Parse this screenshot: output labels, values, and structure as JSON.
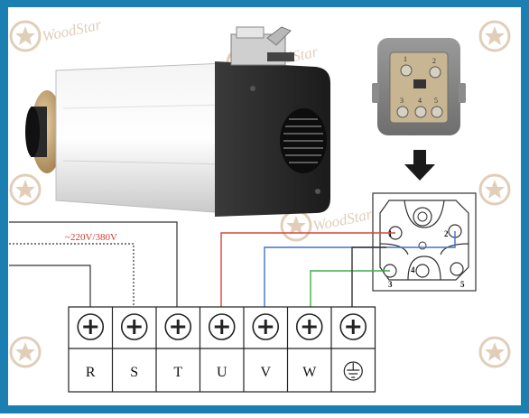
{
  "watermark": {
    "text": "WoodStar"
  },
  "supply_label": "~220V/380V",
  "terminals": [
    {
      "label": "R",
      "type": "screw"
    },
    {
      "label": "S",
      "type": "screw"
    },
    {
      "label": "T",
      "type": "screw"
    },
    {
      "label": "U",
      "type": "screw"
    },
    {
      "label": "V",
      "type": "screw"
    },
    {
      "label": "W",
      "type": "screw"
    },
    {
      "label": "",
      "type": "ground"
    }
  ],
  "plug_pins": [
    "1",
    "2",
    "3",
    "4",
    "5"
  ],
  "connector_pins": [
    "1",
    "2",
    "3",
    "4",
    "5"
  ],
  "colors": {
    "frame": "#1c7fb2",
    "wire_red": "#d9453a",
    "wire_blue": "#3f73c9",
    "wire_green": "#3fae4a",
    "supply_label": "#d23a2a",
    "watermark": "#c9a77e"
  },
  "icons": [
    "spindle-motor",
    "aviation-plug",
    "down-arrow-icon",
    "ground-symbol-icon",
    "screw-icon"
  ]
}
